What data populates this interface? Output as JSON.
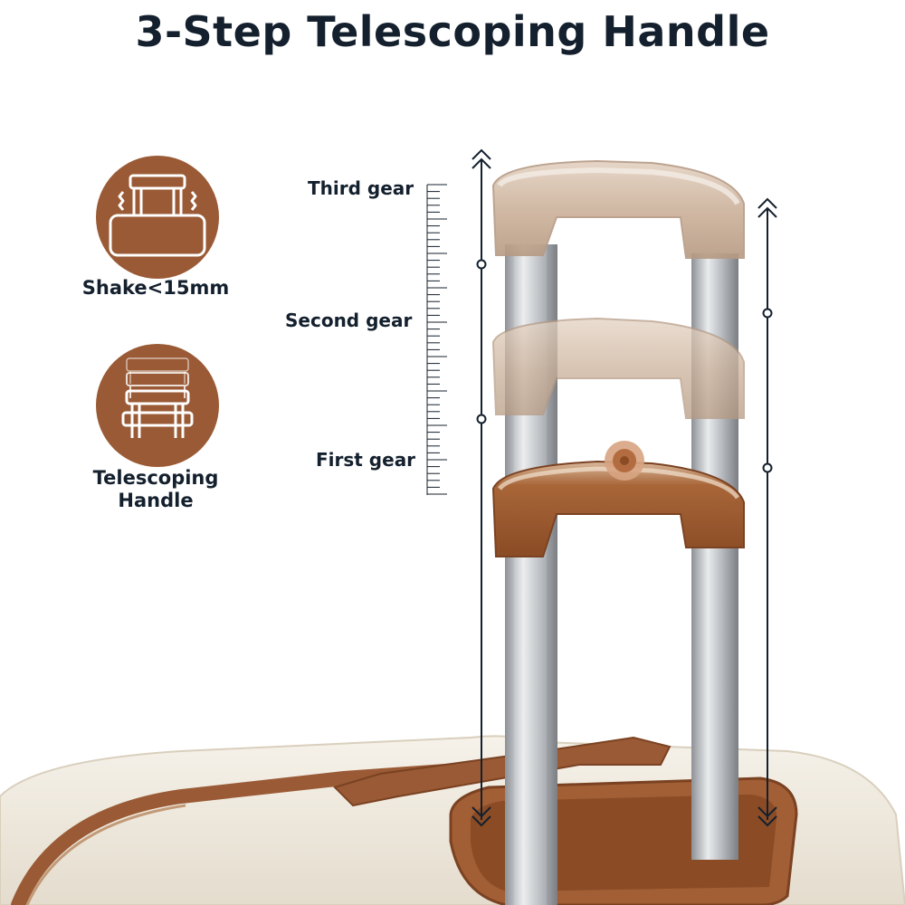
{
  "title": "3-Step Telescoping Handle",
  "features": [
    {
      "label": "Shake<15mm",
      "icon": "shake-handle-icon"
    },
    {
      "label": "Telescoping\nHandle",
      "icon": "telescoping-handle-icon"
    }
  ],
  "gears": {
    "third": "Third gear",
    "second": "Second gear",
    "first": "First gear"
  },
  "colors": {
    "accent_brown": "#9a5a35",
    "handle_tan": "#c9ad95",
    "text_dark": "#14202e",
    "case_cream": "#efe9dd",
    "pole_silver": "#bfc3c7"
  }
}
